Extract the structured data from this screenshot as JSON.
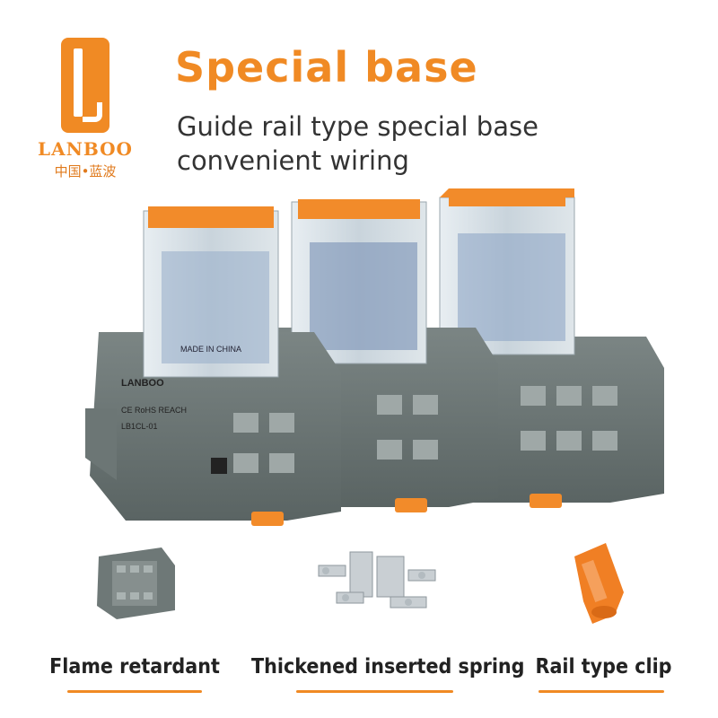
{
  "brand": {
    "name_en": "LANBOO",
    "name_cn": "中国•蓝波",
    "color": "#f08a24"
  },
  "headline": {
    "title": "Special base",
    "subtitle_line1": "Guide rail type special base",
    "subtitle_line2": "convenient wiring"
  },
  "product": {
    "relay_marking": "MADE IN CHINA",
    "base_brand": "LANBOO",
    "base_cert": "CE RoHS REACH",
    "base_model": "LB1CL-01"
  },
  "features": [
    {
      "label": "Flame retardant",
      "icon": "flame-retardant-base-icon"
    },
    {
      "label": "Thickened inserted spring",
      "icon": "spring-contact-icon"
    },
    {
      "label": "Rail type clip",
      "icon": "rail-clip-icon"
    }
  ]
}
